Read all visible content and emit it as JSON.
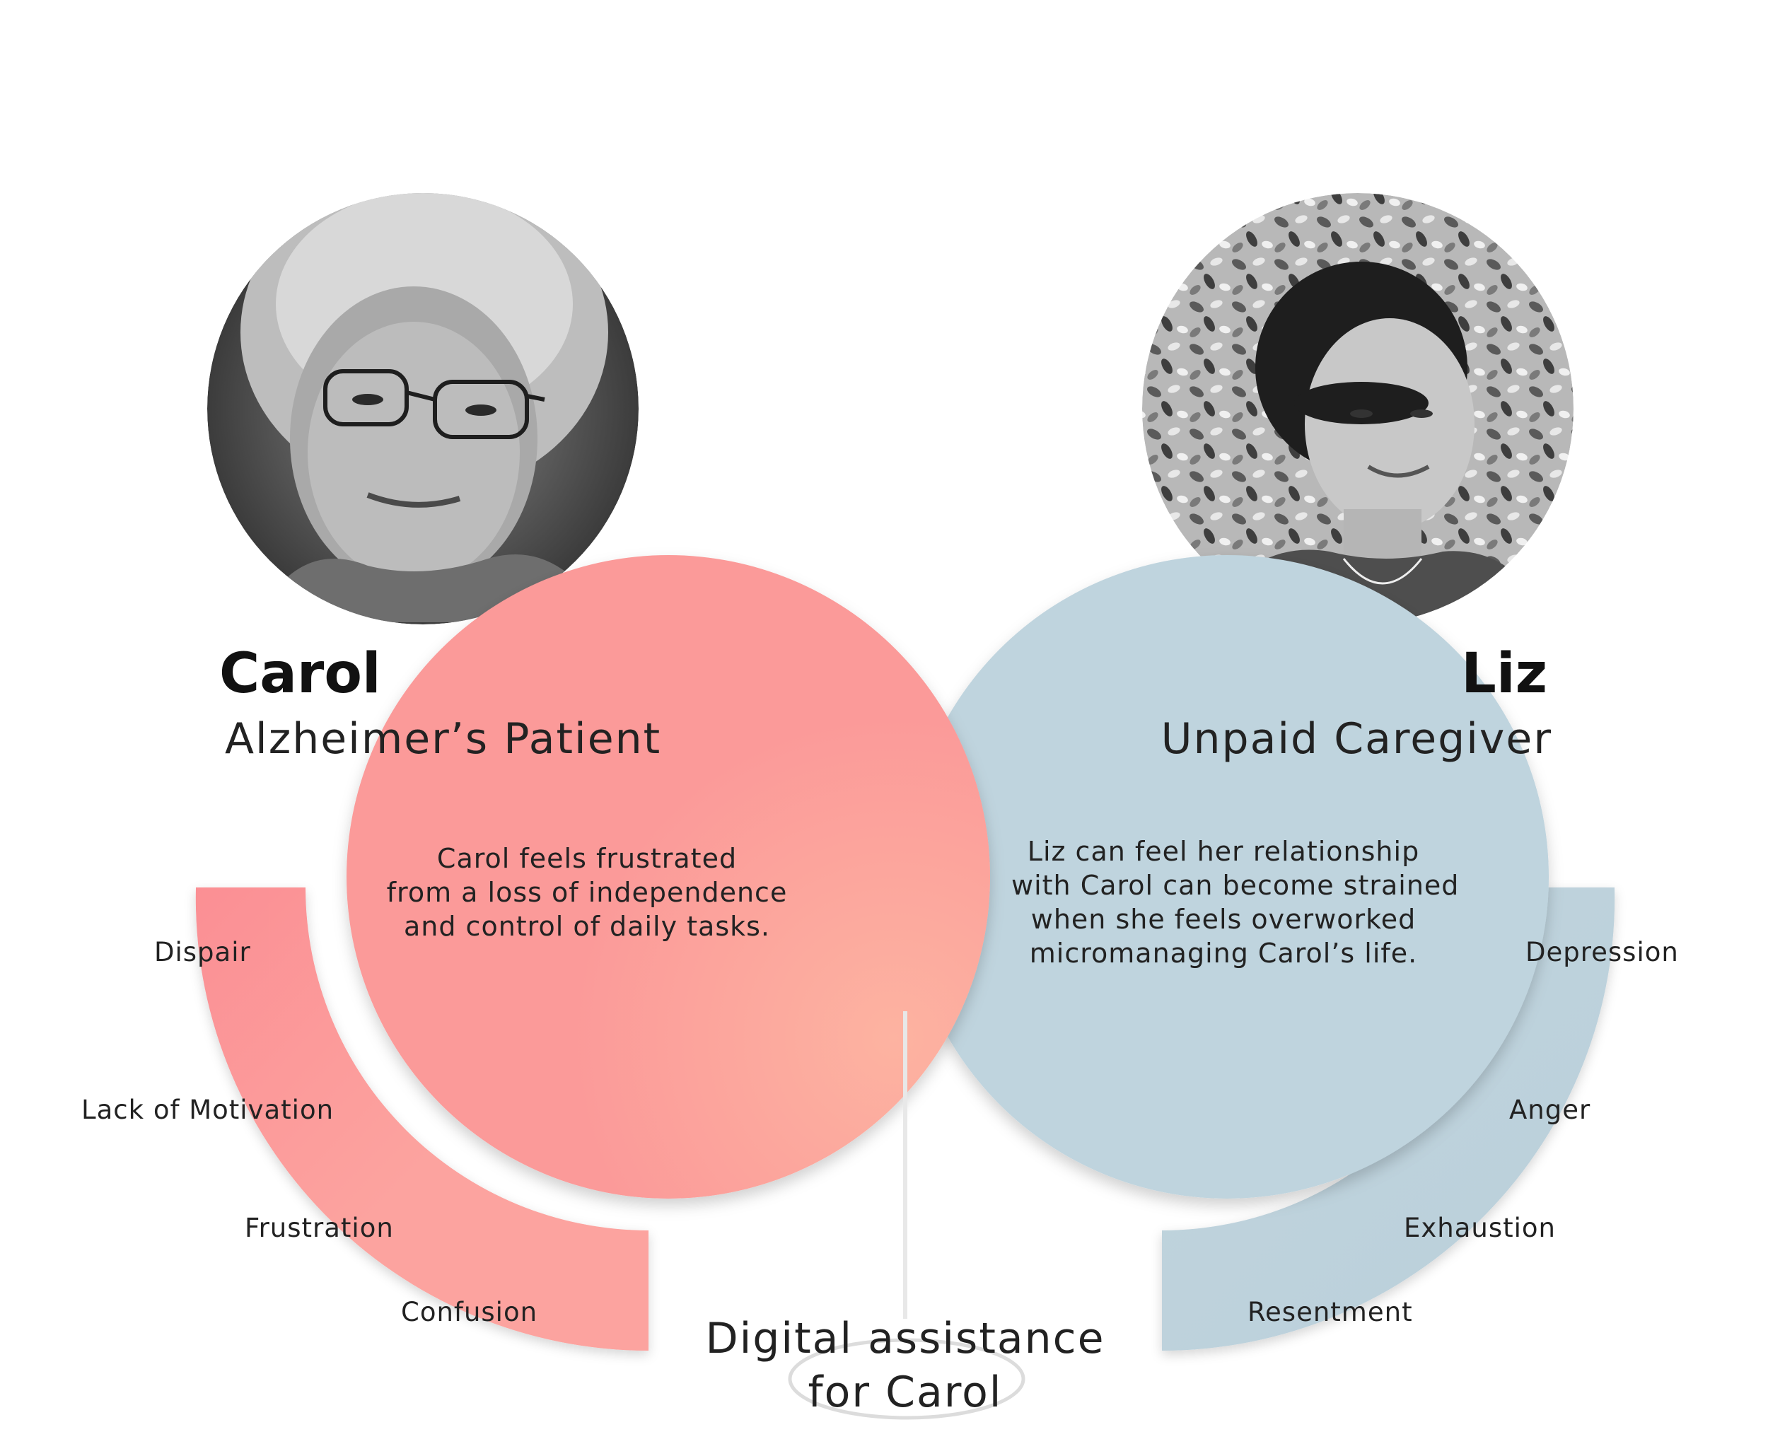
{
  "colors": {
    "patient": "#fb9a99",
    "caregiver": "#bfd4de",
    "background": "#ffffff"
  },
  "patient": {
    "name": "Carol",
    "role": "Alzheimer’s Patient",
    "photo_icon": "elderly-woman-portrait-icon",
    "description": [
      "Carol feels frustrated",
      "from a loss of independence",
      "and control of daily tasks."
    ],
    "emotions": [
      "Dispair",
      "Lack of Motivation",
      "Frustration",
      "Confusion"
    ]
  },
  "caregiver": {
    "name": "Liz",
    "role": "Unpaid Caregiver",
    "photo_icon": "woman-portrait-icon",
    "description": [
      "Liz can feel her relationship",
      "with Carol can become strained",
      "when she feels overworked",
      "micromanaging Carol’s life."
    ],
    "emotions": [
      "Depression",
      "Anger",
      "Exhaustion",
      "Resentment"
    ]
  },
  "intersection": {
    "label_lines": [
      "Digital assistance",
      "for Carol"
    ]
  }
}
